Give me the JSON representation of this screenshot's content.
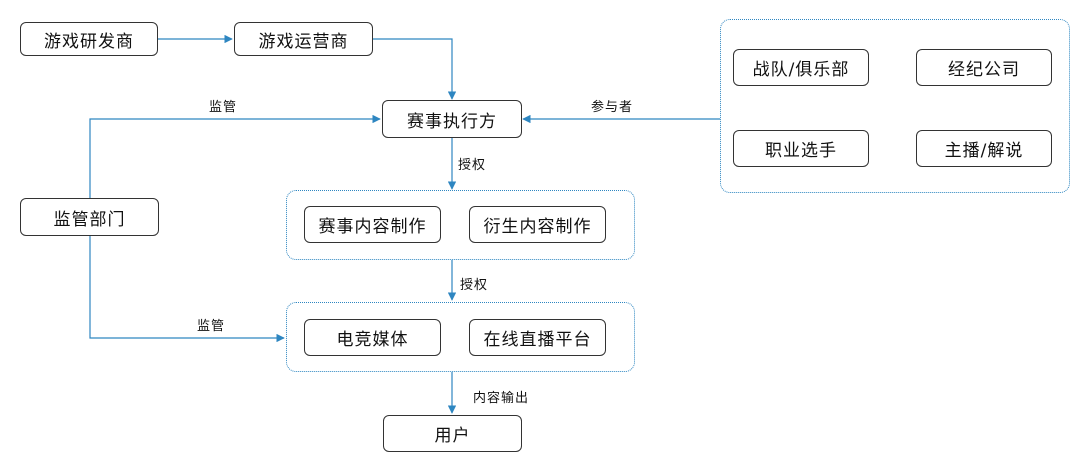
{
  "nodes": {
    "developer": "游戏研发商",
    "operator": "游戏运营商",
    "organizer": "赛事执行方",
    "regulator": "监管部门",
    "event_content": "赛事内容制作",
    "derived_content": "衍生内容制作",
    "esports_media": "电竞媒体",
    "live_platform": "在线直播平台",
    "user": "用户",
    "team_club": "战队/俱乐部",
    "agency": "经纪公司",
    "pro_player": "职业选手",
    "streamer": "主播/解说"
  },
  "edges": {
    "supervise_top": "监管",
    "supervise_bottom": "监管",
    "participants": "参与者",
    "authorize_1": "授权",
    "authorize_2": "授权",
    "content_output": "内容输出"
  },
  "colors": {
    "line": "#2e86c1",
    "border": "#333333"
  }
}
